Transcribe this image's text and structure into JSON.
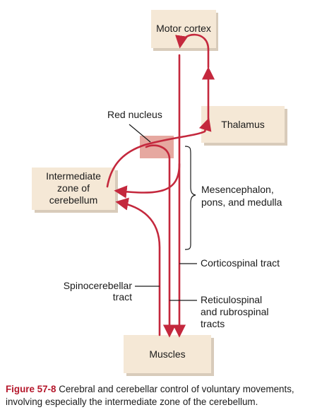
{
  "colors": {
    "box_fill": "#f5e8d6",
    "box_shadow": "#d8cbba",
    "tract": "#c4283d",
    "red_nucleus": "#e6a8a0",
    "line": "#1a1a1a"
  },
  "boxes": {
    "motor_cortex": "Motor cortex",
    "thalamus": "Thalamus",
    "cerebellum": [
      "Intermediate",
      "zone of",
      "cerebellum"
    ],
    "muscles": "Muscles"
  },
  "labels": {
    "red_nucleus": "Red nucleus",
    "brainstem": [
      "Mesencephalon,",
      "pons, and medulla"
    ],
    "corticospinal": "Corticospinal tract",
    "spinocerebellar": [
      "Spinocerebellar",
      "tract"
    ],
    "reticulospinal": [
      "Reticulospinal",
      "and rubrospinal",
      "tracts"
    ]
  },
  "caption": {
    "number": "Figure 57-8",
    "text": "Cerebral and cerebellar control of voluntary movements, involving especially the intermediate zone of the cerebellum."
  }
}
